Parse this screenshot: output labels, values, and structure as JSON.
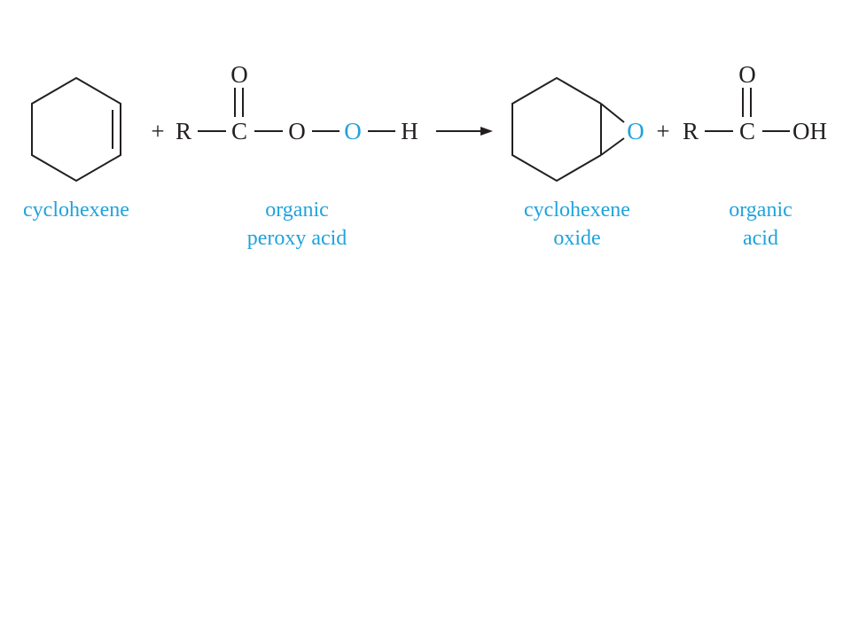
{
  "colors": {
    "structure": "#231f20",
    "highlight": "#1fa3dc"
  },
  "reaction": {
    "plus_sign": "+",
    "arrow_icon": "reaction-arrow-icon"
  },
  "peroxy_acid": {
    "r_group": "R",
    "carbon": "C",
    "carbonyl_oxygen": "O",
    "peroxy_oxygen_1": "O",
    "peroxy_oxygen_2": "O",
    "hydrogen": "H"
  },
  "epoxide": {
    "oxygen": "O"
  },
  "organic_acid": {
    "r_group": "R",
    "carbon": "C",
    "carbonyl_oxygen": "O",
    "hydroxyl": "OH"
  },
  "labels": {
    "cyclohexene": [
      "cyclohexene"
    ],
    "peroxy_acid": [
      "organic",
      "peroxy acid"
    ],
    "cyclohexene_oxide": [
      "cyclohexene",
      "oxide"
    ],
    "organic_acid": [
      "organic",
      "acid"
    ]
  }
}
